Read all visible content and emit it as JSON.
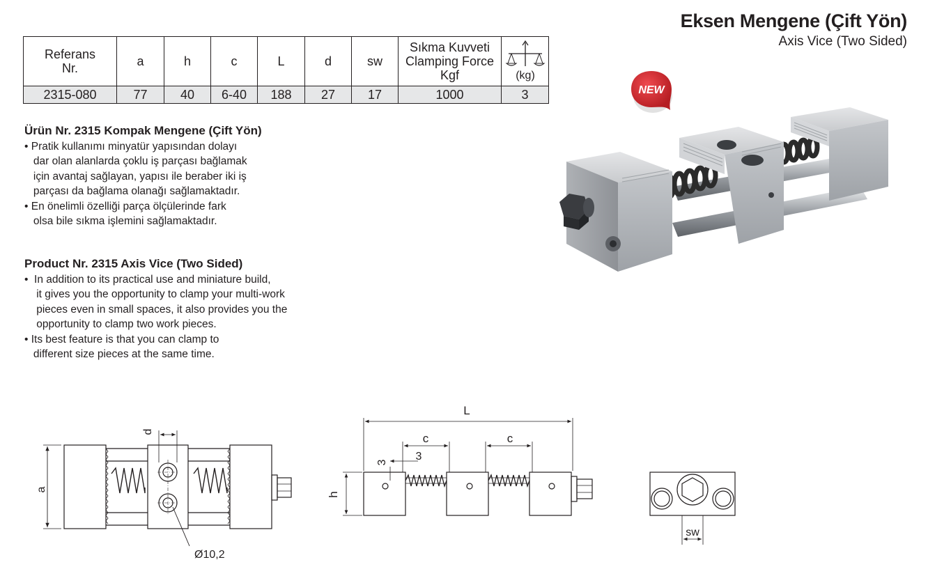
{
  "header": {
    "title_tr": "Eksen Mengene (Çift Yön)",
    "title_en": "Axis Vice (Two Sided)"
  },
  "badge": {
    "label": "NEW",
    "color": "#d6262d"
  },
  "table": {
    "headers": {
      "ref_line1": "Referans",
      "ref_line2": "Nr.",
      "a": "a",
      "h": "h",
      "c": "c",
      "L": "L",
      "d": "d",
      "sw": "sw",
      "force_line1": "Sıkma Kuvveti",
      "force_line2": "Clamping Force",
      "force_line3": "Kgf",
      "weight_unit": "(kg)",
      "weight_icon": "scale-icon"
    },
    "rows": [
      {
        "ref": "2315-080",
        "a": "77",
        "h": "40",
        "c": "6-40",
        "L": "188",
        "d": "27",
        "sw": "17",
        "force": "1000",
        "weight": "3"
      }
    ]
  },
  "section_tr": {
    "heading": "Ürün Nr. 2315 Kompak Mengene (Çift Yön)",
    "lines": [
      "• Pratik kullanımı minyatür yapısından dolayı",
      "   dar olan alanlarda çoklu iş parçası bağlamak",
      "   için avantaj sağlayan, yapısı ile beraber iki iş",
      "   parçası da bağlama olanağı sağlamaktadır.",
      "• En önelimli özelliği parça ölçülerinde fark",
      "   olsa bile sıkma işlemini sağlamaktadır."
    ]
  },
  "section_en": {
    "heading": "Product Nr. 2315 Axis Vice (Two Sided)",
    "lines": [
      "•  In addition to its practical use and miniature build,",
      "    it gives you the opportunity to clamp your multi-work",
      "    pieces even in small spaces, it also provides you the",
      "    opportunity to clamp two work pieces.",
      "• Its best feature is that you can clamp to",
      "   different size pieces at the same time."
    ]
  },
  "drawing": {
    "top_view": {
      "label_a": "a",
      "label_d": "d",
      "label_hole": "Ø10,2"
    },
    "side_view": {
      "label_L": "L",
      "label_c1": "c",
      "label_c2": "c",
      "label_3a": "3",
      "label_3b": "3",
      "label_h": "h"
    },
    "end_view": {
      "label_sw": "sw"
    }
  }
}
